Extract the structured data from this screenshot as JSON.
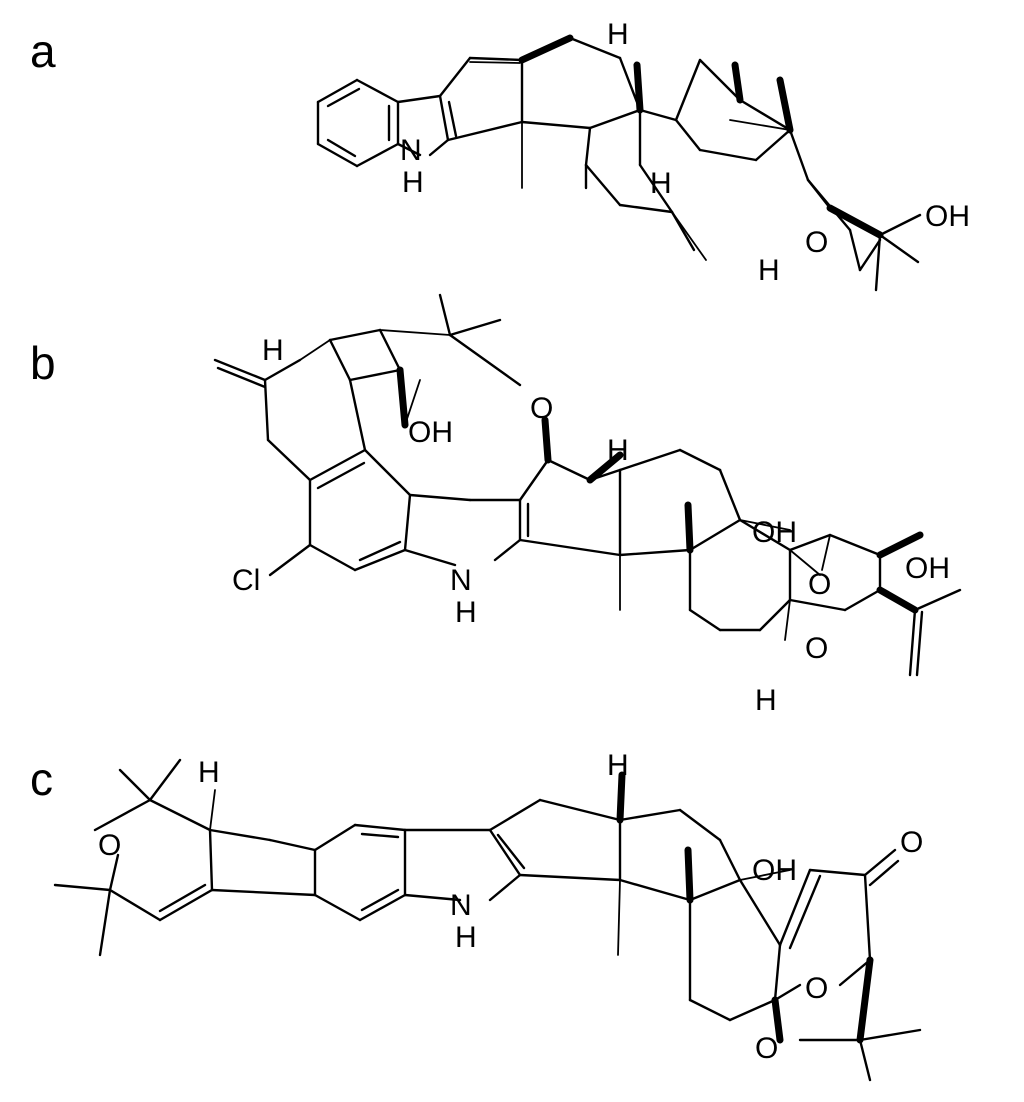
{
  "figure": {
    "panels": [
      {
        "label": "a",
        "atoms": {
          "nh_n": "N",
          "nh_h": "H",
          "h_top": "H",
          "h_mid": "H",
          "h_bot": "H",
          "o_ring": "O",
          "oh": "OH"
        }
      },
      {
        "label": "b",
        "atoms": {
          "h_cb": "H",
          "oh_cb": "OH",
          "o_ether": "O",
          "h_top": "H",
          "cl": "Cl",
          "nh_n": "N",
          "nh_h": "H",
          "oh_mid": "OH",
          "o_epox": "O",
          "oh_right": "OH",
          "o_ring": "O",
          "h_bot": "H"
        }
      },
      {
        "label": "c",
        "atoms": {
          "o_pyran": "O",
          "h_left": "H",
          "h_top": "H",
          "oh_mid": "OH",
          "o_ketone": "O",
          "nh_n": "N",
          "nh_h": "H",
          "o_ring": "O",
          "o_bridge": "O"
        }
      }
    ]
  }
}
